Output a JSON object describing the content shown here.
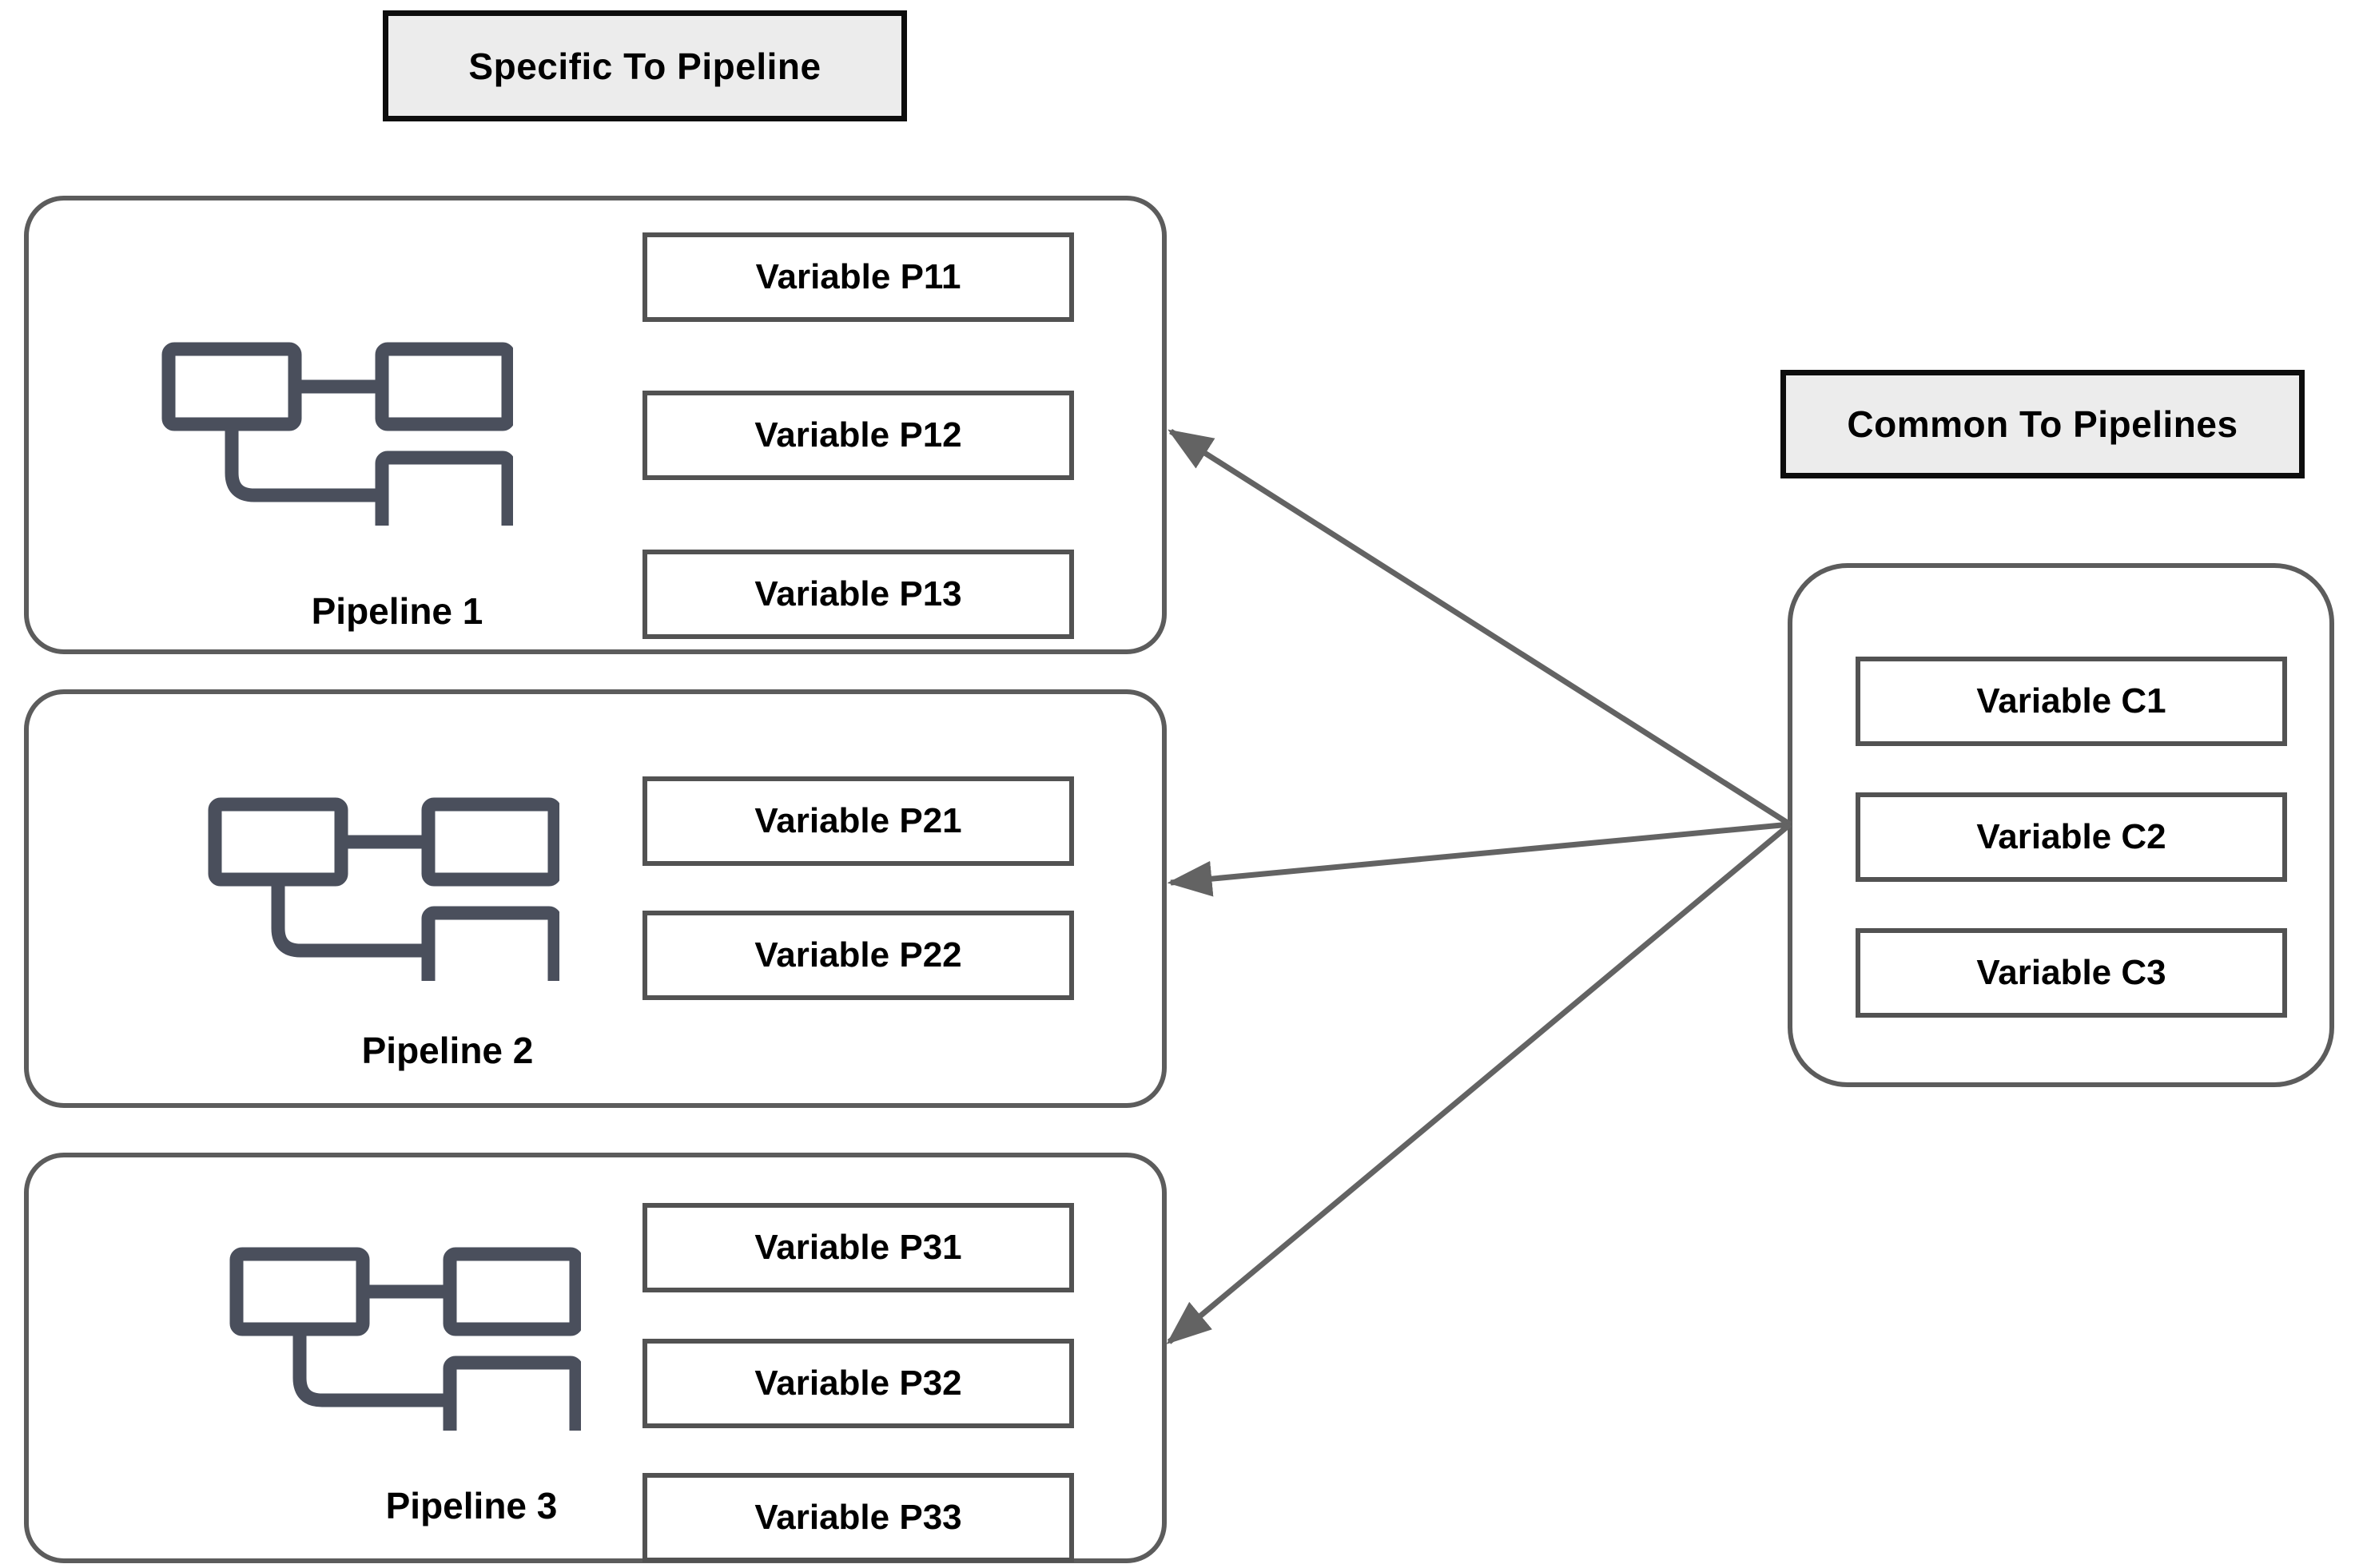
{
  "headers": {
    "specific": "Specific To Pipeline",
    "common": "Common To Pipelines"
  },
  "pipelines": [
    {
      "label": "Pipeline 1",
      "variables": [
        "Variable P11",
        "Variable P12",
        "Variable P13"
      ]
    },
    {
      "label": "Pipeline 2",
      "variables": [
        "Variable P21",
        "Variable P22"
      ]
    },
    {
      "label": "Pipeline 3",
      "variables": [
        "Variable P31",
        "Variable P32",
        "Variable P33"
      ]
    }
  ],
  "common": {
    "variables": [
      "Variable C1",
      "Variable C2",
      "Variable C3"
    ]
  },
  "icons": {
    "pipeline": "flowchart-icon"
  },
  "arrows": {
    "count": 3,
    "direction": "from common container to each pipeline container"
  },
  "colors": {
    "background": "#ffffff",
    "header_bg": "#ececec",
    "header_border": "#0d0d0d",
    "container_border": "#5c5c5c",
    "variable_border": "#525252",
    "arrow": "#636363",
    "icon": "#4a4f5c",
    "text": "#000000"
  }
}
